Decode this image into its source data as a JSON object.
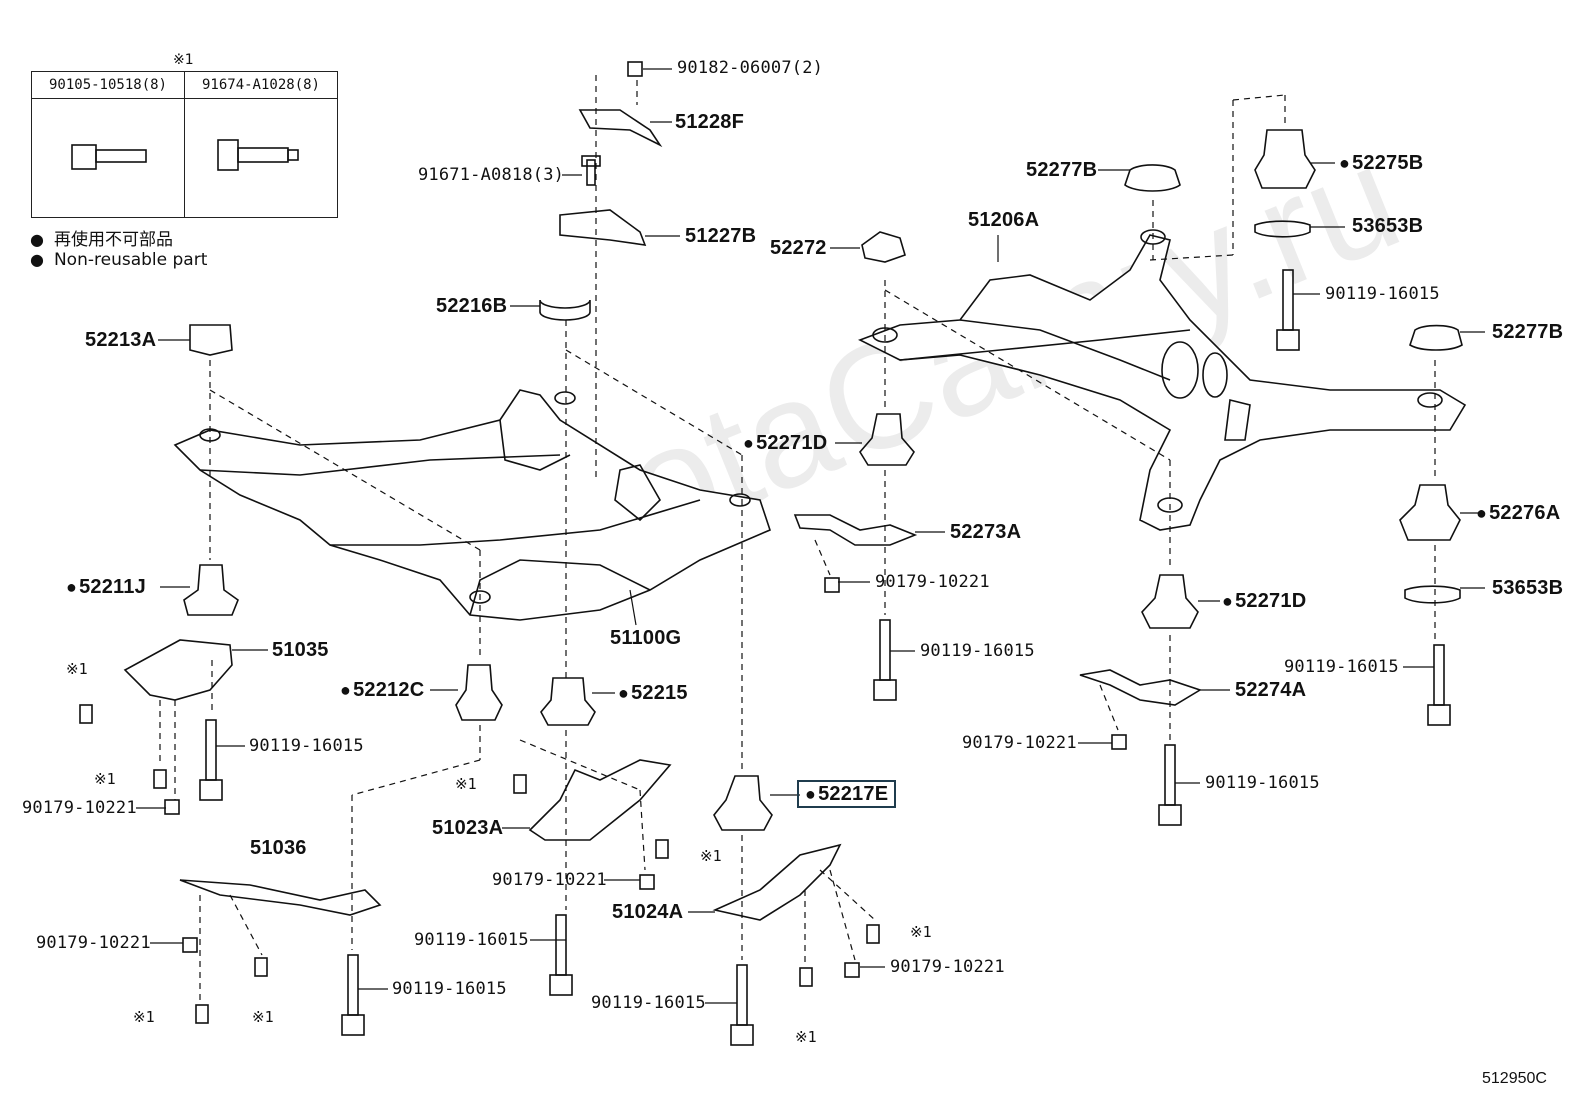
{
  "legend": {
    "mark": "※1",
    "col1": "90105-10518(8)",
    "col2": "91674-A1028(8)",
    "note_jp": "再使用不可部品",
    "note_en": "Non-reusable part"
  },
  "watermark": "ToyotaCamry.ru",
  "labels": {
    "l90182": "90182-06007(2)",
    "l51228F": "51228F",
    "l91671": "91671-A0818(3)",
    "l51227B": "51227B",
    "l52216B": "52216B",
    "l52213A": "52213A",
    "l52211J": "52211J",
    "l51035": "51035",
    "l90119_a": "90119-16015",
    "l90179_a": "90179-10221",
    "m1_a": "※1",
    "m1_b": "※1",
    "l52212C": "52212C",
    "l52215": "52215",
    "l51100G": "51100G",
    "m1_c": "※1",
    "l51023A": "51023A",
    "m1_d": "※1",
    "l90179_b": "90179-10221",
    "l51036": "51036",
    "l90179_c": "90179-10221",
    "l90119_b": "90119-16015",
    "m1_e": "※1",
    "m1_f": "※1",
    "l90119_c": "90119-16015",
    "l52217E": "52217E",
    "l51024A": "51024A",
    "l90119_d": "90119-16015",
    "m1_g": "※1",
    "m1_h": "※1",
    "l90179_d": "90179-10221",
    "l52271D_a": "52271D",
    "l52273A": "52273A",
    "l90179_e": "90179-10221",
    "l90119_e": "90119-16015",
    "l52272": "52272",
    "l52277B_a": "52277B",
    "l51206A": "51206A",
    "l52275B": "52275B",
    "l53653B_a": "53653B",
    "l90119_f": "90119-16015",
    "l52277B_b": "52277B",
    "l52276A": "52276A",
    "l53653B_b": "53653B",
    "l90119_g": "90119-16015",
    "l52271D_b": "52271D",
    "l52274A": "52274A",
    "l90179_f": "90179-10221",
    "l90119_h": "90119-16015",
    "ref": "512950C"
  }
}
